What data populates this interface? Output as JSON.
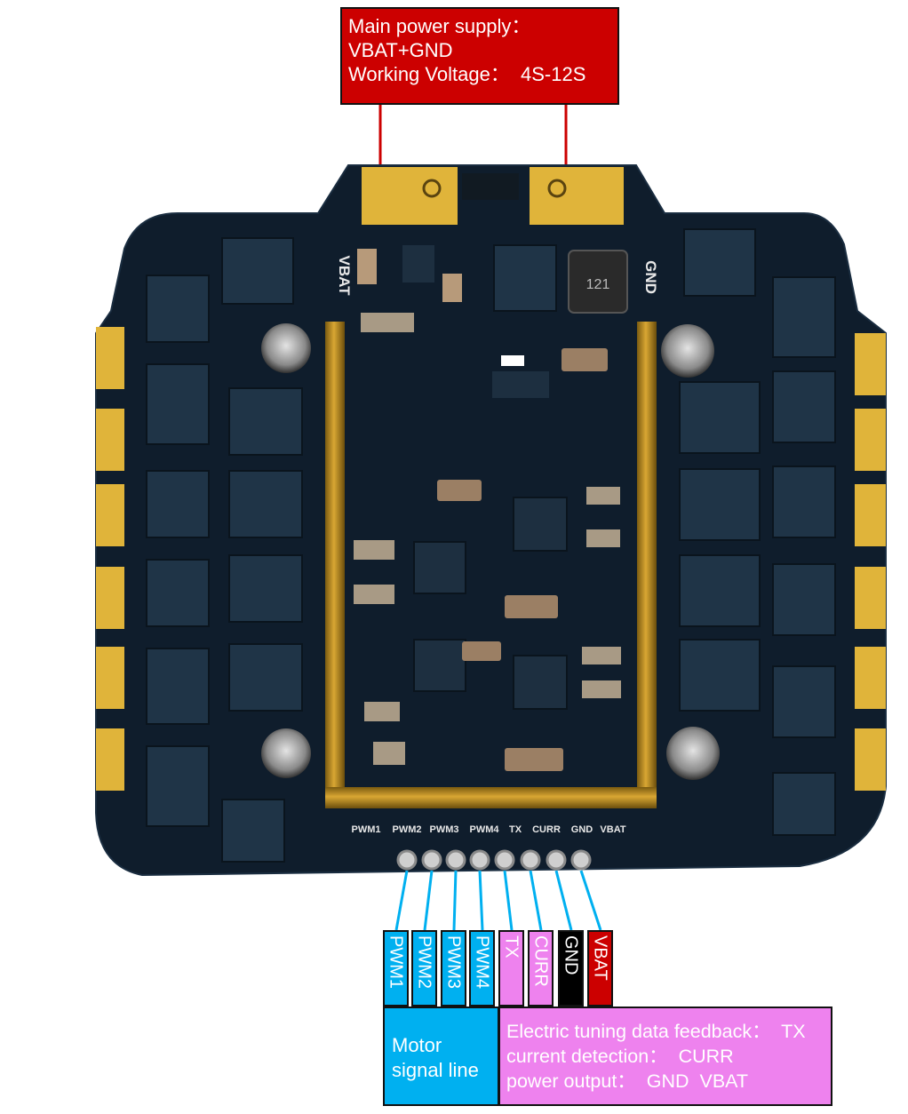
{
  "power_callout": {
    "lines": [
      "Main power supply：",
      "VBAT+GND",
      "Working Voltage：  4S-12S"
    ],
    "color": "#cc0000"
  },
  "board": {
    "silkscreen": {
      "vbat": "VBAT",
      "gnd": "GND",
      "inductor": "121",
      "pads": [
        "PWM1",
        "PWM2",
        "PWM3",
        "PWM4",
        "TX",
        "CURR",
        "GND",
        "VBAT"
      ]
    },
    "pcb_color": "#0f1d2c",
    "pad_color": "#e0b43a"
  },
  "pin_labels": [
    {
      "label": "PWM1",
      "color": "#00b0f0",
      "text_color": "#ffffff"
    },
    {
      "label": "PWM2",
      "color": "#00b0f0",
      "text_color": "#ffffff"
    },
    {
      "label": "PWM3",
      "color": "#00b0f0",
      "text_color": "#ffffff"
    },
    {
      "label": "PWM4",
      "color": "#00b0f0",
      "text_color": "#ffffff"
    },
    {
      "label": "TX",
      "color": "#ee82ee",
      "text_color": "#ffffff"
    },
    {
      "label": "CURR",
      "color": "#ee82ee",
      "text_color": "#ffffff"
    },
    {
      "label": "GND",
      "color": "#000000",
      "text_color": "#ffffff"
    },
    {
      "label": "VBAT",
      "color": "#cc0000",
      "text_color": "#ffffff"
    }
  ],
  "motor_callout": {
    "lines": [
      "Motor",
      "signal line"
    ],
    "color": "#00b0f0"
  },
  "feedback_callout": {
    "lines": [
      "Electric tuning data feedback：  TX",
      "current detection：  CURR",
      "power output：  GND  VBAT"
    ],
    "color": "#ee82ee"
  },
  "wire_colors": {
    "power": "#cc0000",
    "signal": "#00b0f0"
  }
}
